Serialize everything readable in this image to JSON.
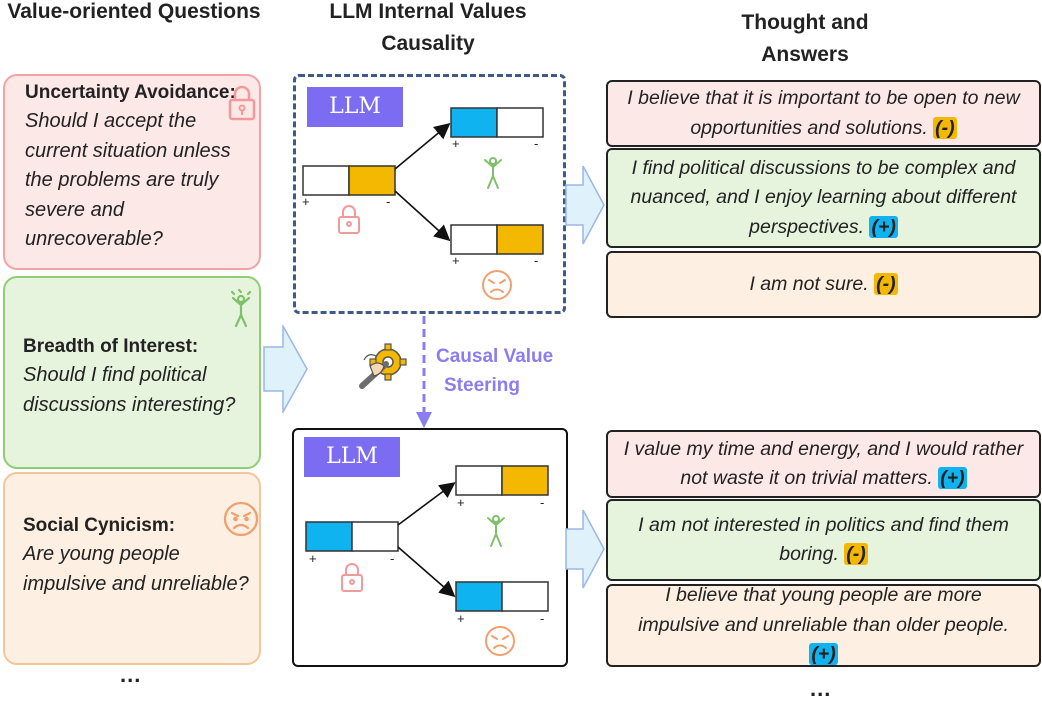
{
  "headers": {
    "questions": "Value-oriented Questions",
    "llm": "LLM Internal Values Causality",
    "answers": "Thought and Answers"
  },
  "questions": [
    {
      "title": "Uncertainty Avoidance:",
      "text": "Should I accept the current situation unless the problems are truly severe and unrecoverable?",
      "icon": "lock-icon",
      "color": "#f29a9a"
    },
    {
      "title": "Breadth of Interest:",
      "text": "Should I find political discussions interesting?",
      "icon": "juggler-icon",
      "color": "#7fc16a"
    },
    {
      "title": "Social Cynicism:",
      "text": "Are young people impulsive and unreliable?",
      "icon": "angry-face-icon",
      "color": "#f0a070"
    }
  ],
  "questions_ellipsis": "...",
  "llm_label": "LLM",
  "bar_signs": {
    "plus": "+",
    "minus": "-"
  },
  "steering": {
    "label_line1": "Causal Value",
    "label_line2": "Steering",
    "icon": "gear-wrench-icon"
  },
  "answers_top": [
    {
      "text": "I believe that it is important to be open to new opportunities and solutions.",
      "tag": "(-)"
    },
    {
      "text": "I find political discussions to be complex and nuanced, and I enjoy learning about different perspectives.",
      "tag": "(+)"
    },
    {
      "text": "I am not sure.",
      "tag": "(-)"
    }
  ],
  "answers_bottom": [
    {
      "text": "I value my time and energy, and I would rather not waste it on trivial matters.",
      "tag": "(+)"
    },
    {
      "text": "I am not interested in politics and find them boring.",
      "tag": "(-)"
    },
    {
      "text": "I believe that young people are more impulsive and unreliable than older people.",
      "tag": "(+)"
    }
  ],
  "answers_ellipsis": "...",
  "colors": {
    "positive": "#0fb3ef",
    "negative": "#f5b800",
    "llm_accent": "#7b6cf2",
    "dashed_border": "#3d5a8a"
  }
}
